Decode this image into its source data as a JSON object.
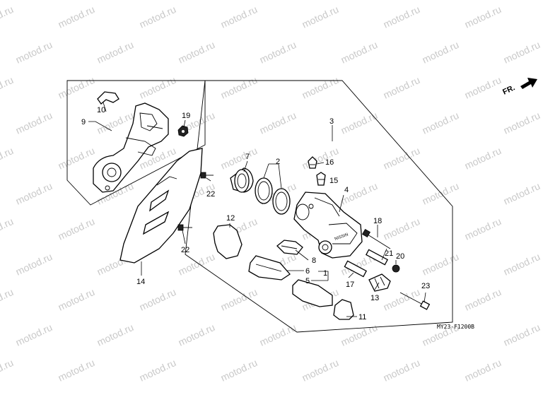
{
  "watermark": "motod.ru",
  "direction_label": "FR.",
  "diagram_code": "MY23-F1200B",
  "callouts": [
    {
      "id": "c1",
      "text": "1"
    },
    {
      "id": "c2",
      "text": "2"
    },
    {
      "id": "c3",
      "text": "3"
    },
    {
      "id": "c4",
      "text": "4"
    },
    {
      "id": "c5",
      "text": "5"
    },
    {
      "id": "c6",
      "text": "6"
    },
    {
      "id": "c7",
      "text": "7"
    },
    {
      "id": "c8",
      "text": "8"
    },
    {
      "id": "c9",
      "text": "9"
    },
    {
      "id": "c10",
      "text": "10"
    },
    {
      "id": "c11",
      "text": "11"
    },
    {
      "id": "c12",
      "text": "12"
    },
    {
      "id": "c13",
      "text": "13"
    },
    {
      "id": "c14",
      "text": "14"
    },
    {
      "id": "c15",
      "text": "15"
    },
    {
      "id": "c16",
      "text": "16"
    },
    {
      "id": "c17",
      "text": "17"
    },
    {
      "id": "c18",
      "text": "18"
    },
    {
      "id": "c19",
      "text": "19"
    },
    {
      "id": "c20",
      "text": "20"
    },
    {
      "id": "c21",
      "text": "21"
    },
    {
      "id": "c22a",
      "text": "22"
    },
    {
      "id": "c22b",
      "text": "22"
    },
    {
      "id": "c23",
      "text": "23"
    }
  ]
}
